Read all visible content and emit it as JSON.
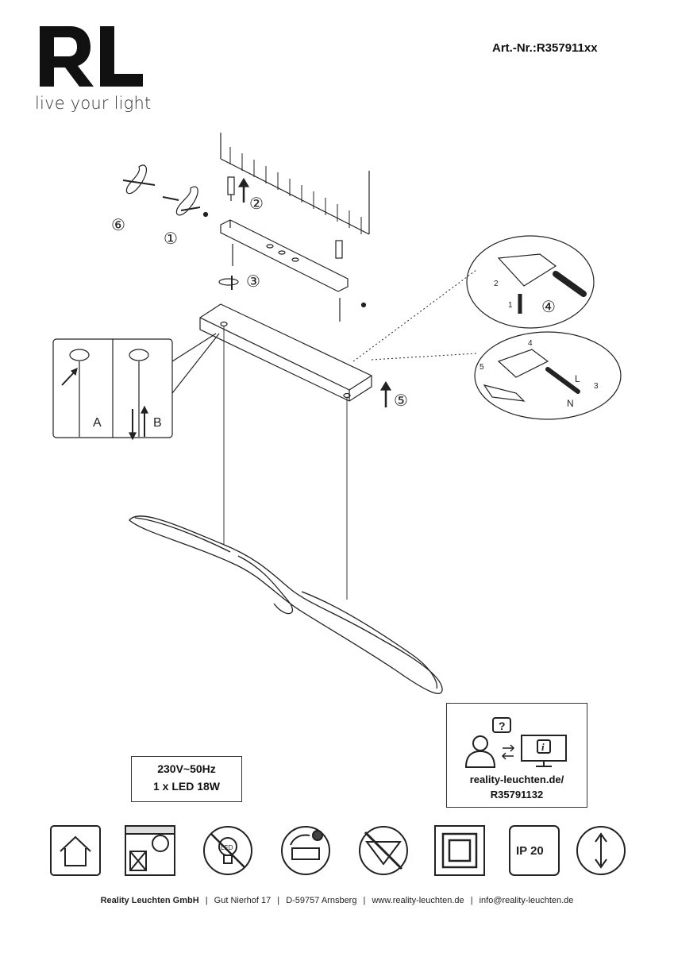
{
  "brand": {
    "logo_text": "RL",
    "tagline": "live your light"
  },
  "header": {
    "article_number": "Art.-Nr.:R357911xx"
  },
  "diagram": {
    "step_labels": [
      "①",
      "②",
      "③",
      "④",
      "⑤",
      "⑥"
    ],
    "detail_labels": [
      "A",
      "B"
    ],
    "wiring_labels": [
      "1",
      "2",
      "3",
      "4",
      "5",
      "L",
      "N"
    ]
  },
  "specs": {
    "voltage": "230V~50Hz",
    "lamp": "1 x LED 18W"
  },
  "info": {
    "url_line1": "reality-leuchten.de/",
    "url_line2": "R35791132"
  },
  "symbols": {
    "ip_rating": "IP 20",
    "led_label": "LED",
    "icons": [
      "house-icon",
      "ceiling-light-icon",
      "no-bulb-replace-icon",
      "recycle-driver-icon",
      "no-dimmer-icon",
      "protection-class-2-icon",
      "ip20-icon",
      "height-adjustable-icon"
    ]
  },
  "footer": {
    "company": "Reality Leuchten GmbH",
    "address": "Gut Nierhof 17",
    "city": "D-59757 Arnsberg",
    "website": "www.reality-leuchten.de",
    "email": "info@reality-leuchten.de",
    "separator": "|"
  }
}
